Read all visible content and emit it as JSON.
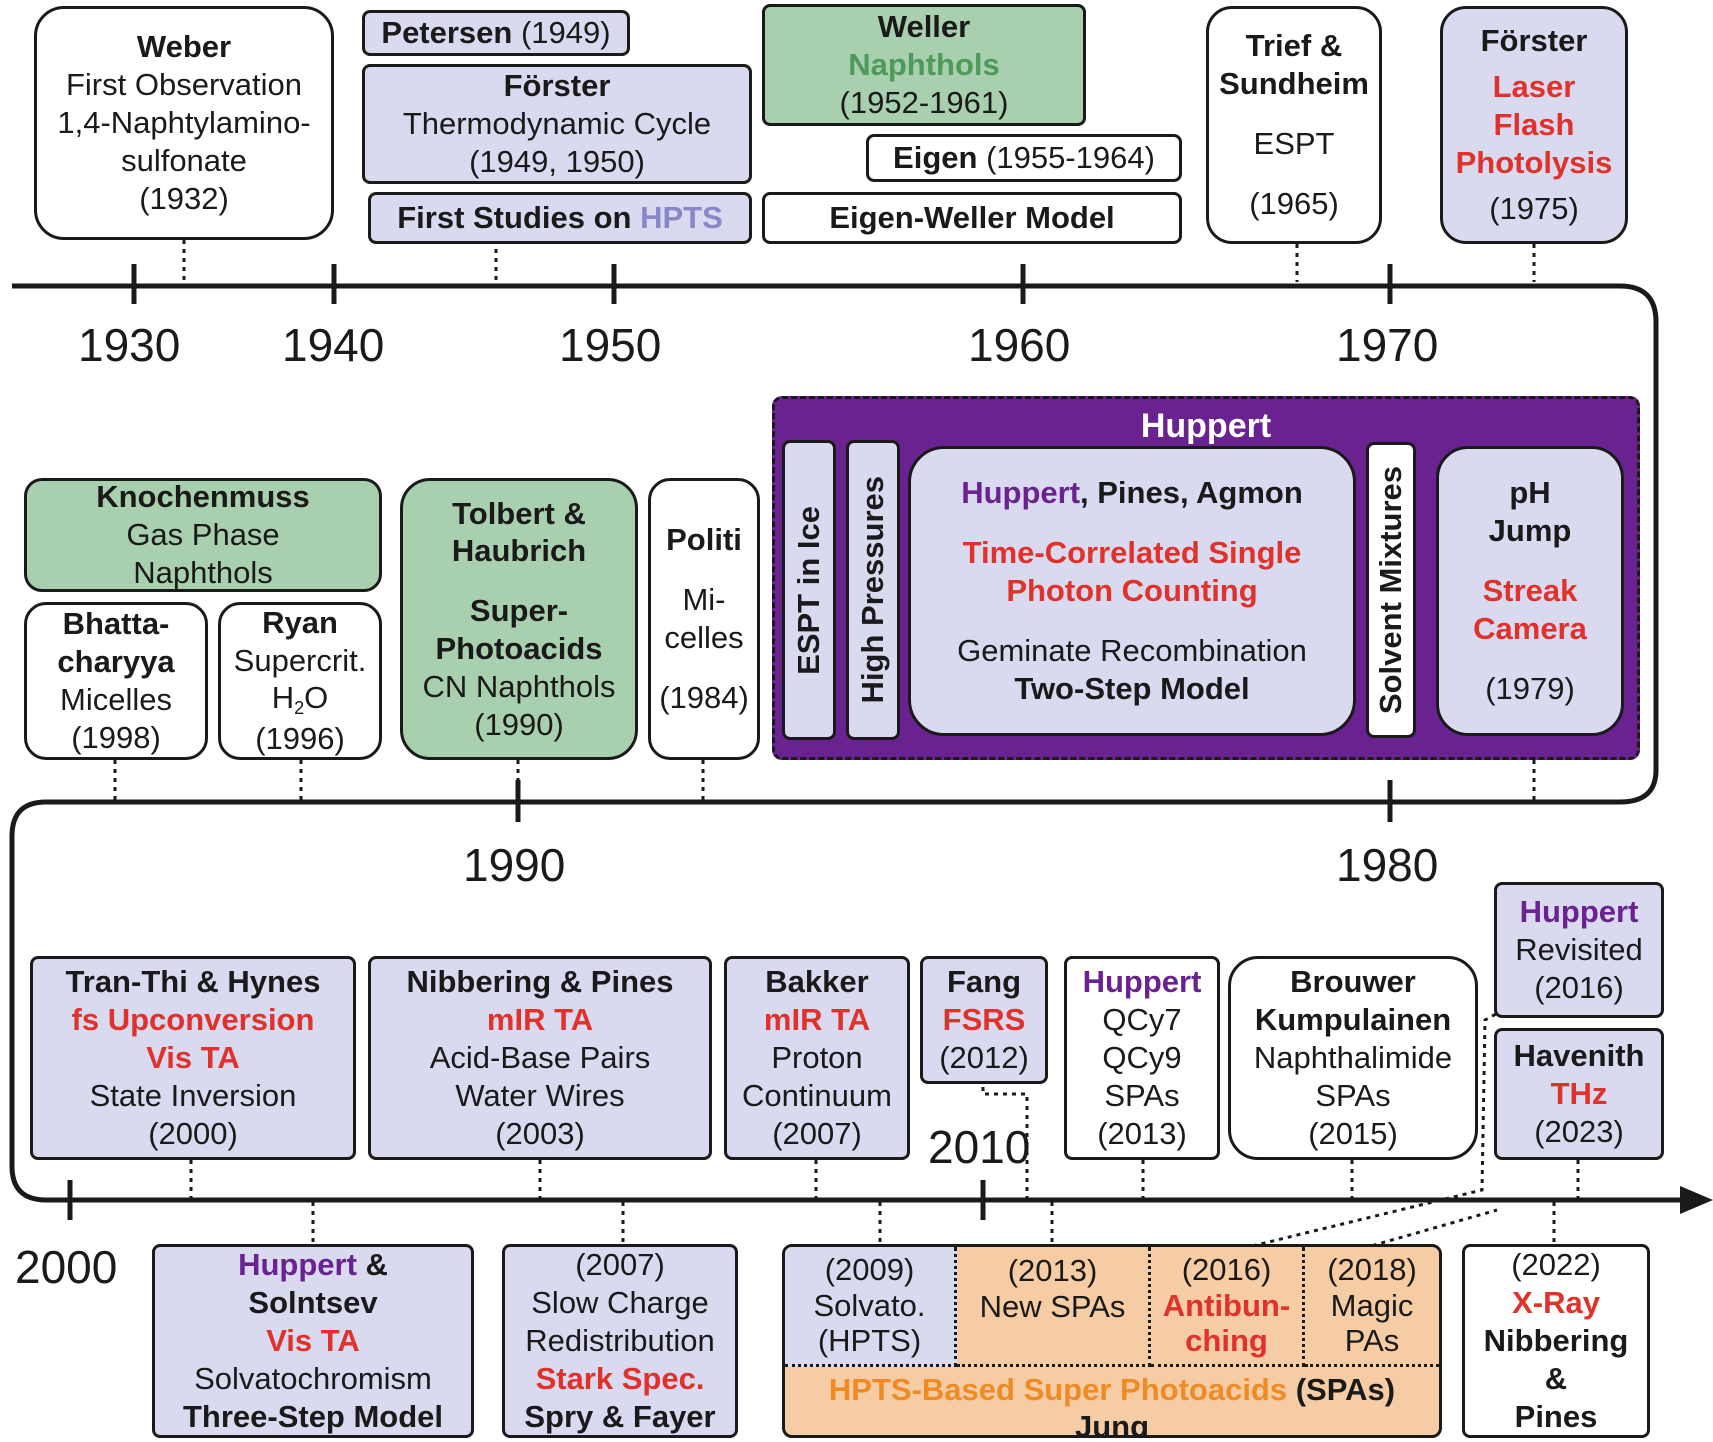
{
  "years": {
    "y1930": "1930",
    "y1940": "1940",
    "y1950": "1950",
    "y1960": "1960",
    "y1970": "1970",
    "y1980": "1980",
    "y1990": "1990",
    "y2000": "2000",
    "y2010": "2010"
  },
  "weber": {
    "name": "Weber",
    "l1": "First Observation",
    "l2": "1,4-Naphtylamino-",
    "l3": "sulfonate",
    "year": "(1932)"
  },
  "petersen": {
    "name": "Petersen",
    "year": "(1949)"
  },
  "forster1": {
    "name": "Förster",
    "l1": "Thermodynamic Cycle",
    "year": "(1949, 1950)"
  },
  "hpts_first": {
    "pre": "First Studies on ",
    "hl": "HPTS"
  },
  "weller": {
    "name": "Weller",
    "l1": "Naphthols",
    "year": "(1952-1961)"
  },
  "eigen": {
    "name": "Eigen",
    "year": "(1955-1964)"
  },
  "eigen_weller": {
    "name": "Eigen-Weller Model"
  },
  "trief": {
    "l1": "Trief &",
    "l2": "Sundheim",
    "l3": "ESPT",
    "year": "(1965)"
  },
  "forster2": {
    "name": "Förster",
    "l1": "Laser",
    "l2": "Flash",
    "l3": "Photolysis",
    "year": "(1975)"
  },
  "huppert_group": {
    "title": "Huppert",
    "espt_ice": "ESPT in Ice",
    "high_pressures": "High Pressures",
    "center_hl": "Huppert",
    "center_rest": ", Pines, Agmon",
    "tcspc1": "Time-Correlated Single",
    "tcspc2": "Photon Counting",
    "geminate": "Geminate Recombination",
    "two_step": "Two-Step Model",
    "solvent": "Solvent Mixtures",
    "ph1": "pH",
    "ph2": "Jump",
    "streak1": "Streak",
    "streak2": "Camera",
    "ph_year": "(1979)"
  },
  "knoch": {
    "name": "Knochenmuss",
    "l1": "Gas Phase",
    "l2": "Naphthols"
  },
  "bhatta": {
    "l1": "Bhatta-",
    "l2": "charyya",
    "l3": "Micelles",
    "year": "(1998)"
  },
  "ryan": {
    "name": "Ryan",
    "l1": "Supercrit.",
    "h": "H",
    "two": "2",
    "o": "O",
    "year": "(1996)"
  },
  "tolbert": {
    "l1": "Tolbert &",
    "l2": "Haubrich",
    "l3": "Super-",
    "l4": "Photoacids",
    "l5": "CN Naphthols",
    "year": "(1990)"
  },
  "politi": {
    "name": "Politi",
    "l1": "Mi-",
    "l2": "celles",
    "year": "(1984)"
  },
  "tranthi": {
    "name": "Tran-Thi & Hynes",
    "r1": "fs Upconversion",
    "r2": "Vis TA",
    "l1": "State Inversion",
    "year": "(2000)"
  },
  "nibbering1": {
    "name": "Nibbering & Pines",
    "r1": "mIR TA",
    "l1": "Acid-Base Pairs",
    "l2": "Water Wires",
    "year": "(2003)"
  },
  "bakker": {
    "name": "Bakker",
    "r1": "mIR TA",
    "l1": "Proton",
    "l2": "Continuum",
    "year": "(2007)"
  },
  "fang": {
    "name": "Fang",
    "r1": "FSRS",
    "year": "(2012)"
  },
  "huppert2013": {
    "name": "Huppert",
    "l1": "QCy7",
    "l2": "QCy9",
    "l3": "SPAs",
    "year": "(2013)"
  },
  "brouwer": {
    "l1": "Brouwer",
    "l2": "Kumpulainen",
    "l3": "Naphthalimide",
    "l4": "SPAs",
    "year": "(2015)"
  },
  "huppert2016": {
    "name": "Huppert",
    "l1": "Revisited",
    "year": "(2016)"
  },
  "havenith": {
    "name": "Havenith",
    "r1": "THz",
    "year": "(2023)"
  },
  "huppert_soln": {
    "hl": "Huppert",
    "amp": " &",
    "l1": "Solntsev",
    "r1": "Vis TA",
    "l2": "Solvatochromism",
    "l3": "Three-Step Model"
  },
  "spry": {
    "year": "(2007)",
    "l1": "Slow Charge",
    "l2": "Redistribution",
    "r1": "Stark Spec.",
    "l3": "Spry & Fayer"
  },
  "jung": {
    "c1_year": "(2009)",
    "c1_l1": "Solvato.",
    "c1_l2": "(HPTS)",
    "c2_year": "(2013)",
    "c2_l1": "New SPAs",
    "c3_year": "(2016)",
    "c3_r1": "Antibun-",
    "c3_r2": "ching",
    "c4_year": "(2018)",
    "c4_l1": "Magic",
    "c4_l2": "PAs",
    "bottom_org": "HPTS-Based Super Photoacids",
    "bottom_b": " (SPAs)",
    "name": "Jung"
  },
  "xray": {
    "year": "(2022)",
    "r1": "X-Ray",
    "l1": "Nibbering",
    "l2": "&",
    "l3": "Pines"
  },
  "colors": {
    "lavender": "#d9d9f0",
    "green": "#a8cfae",
    "red": "#e0312a",
    "purple": "#6a2290",
    "orange": "#f08a24",
    "peach": "#f5cca3",
    "huppert_bg": "#6a2290"
  }
}
